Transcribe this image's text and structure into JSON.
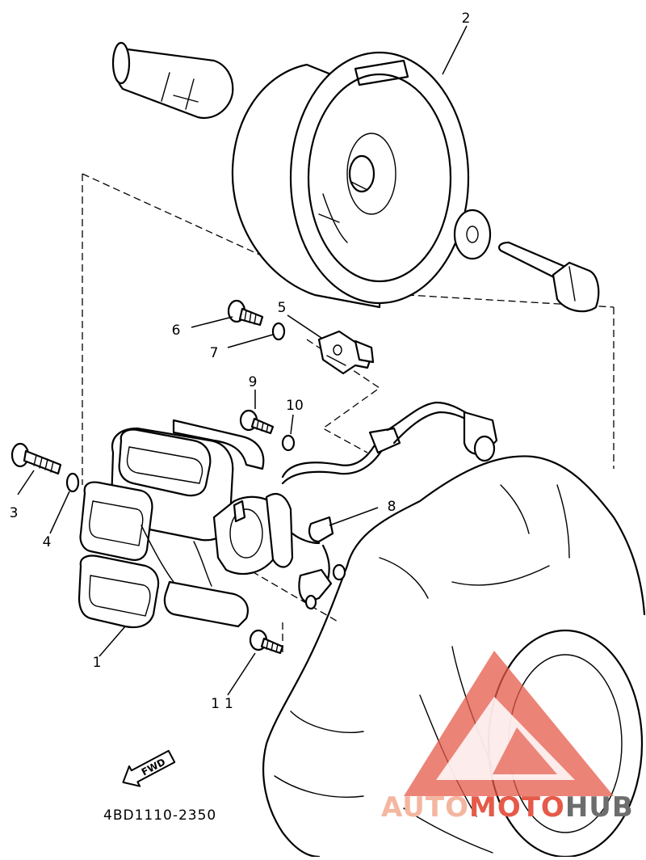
{
  "diagram": {
    "part_labels": {
      "p1": "1",
      "p2": "2",
      "p3": "3",
      "p4": "4",
      "p5": "5",
      "p6": "6",
      "p7": "7",
      "p8": "8",
      "p9": "9",
      "p10": "10",
      "p11": "11"
    },
    "direction_arrow": "FWD",
    "diagram_code": "4BD1110-2350"
  },
  "watermark": {
    "text_a": "AUTO",
    "text_b": "MOTO",
    "text_c": "HUB",
    "color_primary": "#f4b6a0",
    "color_accent": "#e55a49",
    "color_dark": "#6d6d6d"
  }
}
